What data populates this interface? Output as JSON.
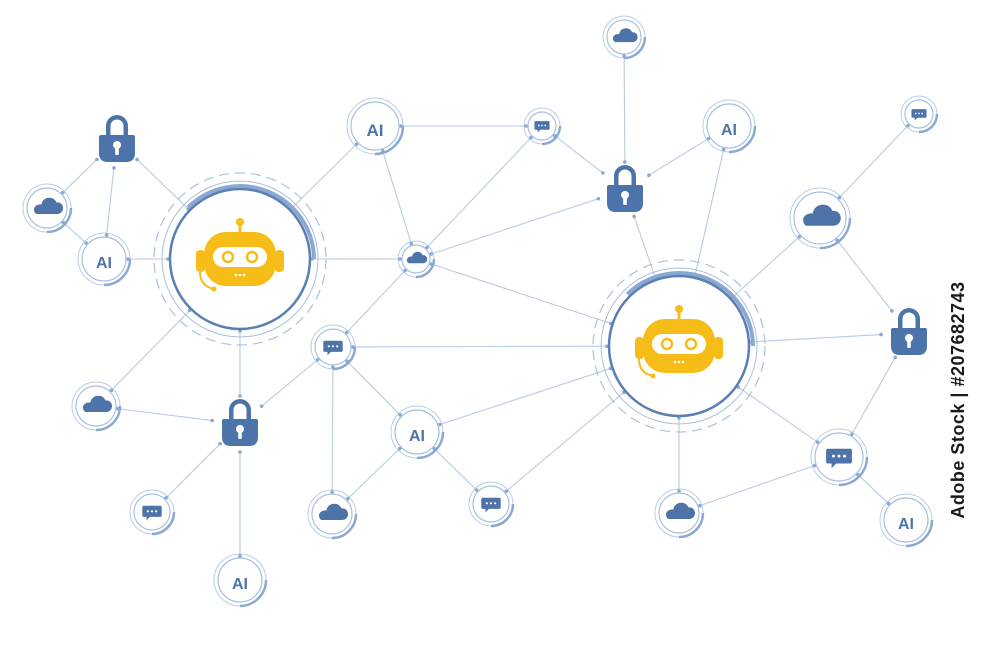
{
  "colors": {
    "line": "#b9cbe2",
    "ring": "#a9c0de",
    "ring_strong": "#8aa9d2",
    "icon_blue": "#4e73a8",
    "lock": "#4d74aa",
    "robot": "#f6bd18",
    "robot_face": "#ffffff",
    "hub_ring": "#5a7fb3"
  },
  "ai_label": "AI",
  "stock_id": "Adobe Stock | #207682743",
  "nodes": [
    {
      "id": "hubL",
      "type": "robot"
    },
    {
      "id": "hubR",
      "type": "robot"
    },
    {
      "id": "lockA",
      "type": "lock"
    },
    {
      "id": "lockB",
      "type": "lock"
    },
    {
      "id": "lockC",
      "type": "lock"
    },
    {
      "id": "lockD",
      "type": "lock"
    },
    {
      "id": "ai1",
      "type": "ai"
    },
    {
      "id": "ai2",
      "type": "ai"
    },
    {
      "id": "ai3",
      "type": "ai"
    },
    {
      "id": "ai4",
      "type": "ai"
    },
    {
      "id": "ai5",
      "type": "ai"
    },
    {
      "id": "ai6",
      "type": "ai"
    },
    {
      "id": "cloud1",
      "type": "cloud"
    },
    {
      "id": "cloud2",
      "type": "cloud"
    },
    {
      "id": "cloud3",
      "type": "cloud"
    },
    {
      "id": "cloud4",
      "type": "cloud"
    },
    {
      "id": "cloud5",
      "type": "cloud"
    },
    {
      "id": "cloud6",
      "type": "cloud"
    },
    {
      "id": "cloud7",
      "type": "cloud"
    },
    {
      "id": "chat1",
      "type": "chat"
    },
    {
      "id": "chat2",
      "type": "chat"
    },
    {
      "id": "chat3",
      "type": "chat"
    },
    {
      "id": "chat4",
      "type": "chat"
    },
    {
      "id": "chat5",
      "type": "chat"
    },
    {
      "id": "chat6",
      "type": "chat"
    }
  ],
  "edges": [
    [
      "lockA",
      "cloud1"
    ],
    [
      "lockA",
      "ai1"
    ],
    [
      "lockA",
      "hubL"
    ],
    [
      "cloud1",
      "ai1"
    ],
    [
      "ai1",
      "hubL"
    ],
    [
      "hubL",
      "ai2"
    ],
    [
      "hubL",
      "cloud2"
    ],
    [
      "hubL",
      "lockB"
    ],
    [
      "hubL",
      "cloud3"
    ],
    [
      "ai2",
      "chat1"
    ],
    [
      "ai2",
      "cloud2"
    ],
    [
      "chat1",
      "cloud2"
    ],
    [
      "chat1",
      "lockC"
    ],
    [
      "cloud2",
      "lockC"
    ],
    [
      "cloud2",
      "hubR"
    ],
    [
      "cloud4",
      "lockC"
    ],
    [
      "lockC",
      "hubR"
    ],
    [
      "ai3",
      "lockC"
    ],
    [
      "ai3",
      "hubR"
    ],
    [
      "chat2",
      "cloud5"
    ],
    [
      "cloud5",
      "hubR"
    ],
    [
      "cloud5",
      "lockD"
    ],
    [
      "hubR",
      "lockD"
    ],
    [
      "hubR",
      "chat3"
    ],
    [
      "hubR",
      "ai4"
    ],
    [
      "hubR",
      "chat5"
    ],
    [
      "hubR",
      "cloud6"
    ],
    [
      "hubR",
      "chat6"
    ],
    [
      "lockD",
      "chat6"
    ],
    [
      "chat6",
      "cloud6"
    ],
    [
      "chat6",
      "ai6"
    ],
    [
      "cloud3",
      "lockB"
    ],
    [
      "lockB",
      "chat4"
    ],
    [
      "lockB",
      "ai5"
    ],
    [
      "lockB",
      "chat3"
    ],
    [
      "chat3",
      "cloud7"
    ],
    [
      "chat3",
      "ai4"
    ],
    [
      "cloud7",
      "ai4"
    ],
    [
      "ai4",
      "chat5"
    ],
    [
      "cloud2",
      "chat3"
    ]
  ]
}
